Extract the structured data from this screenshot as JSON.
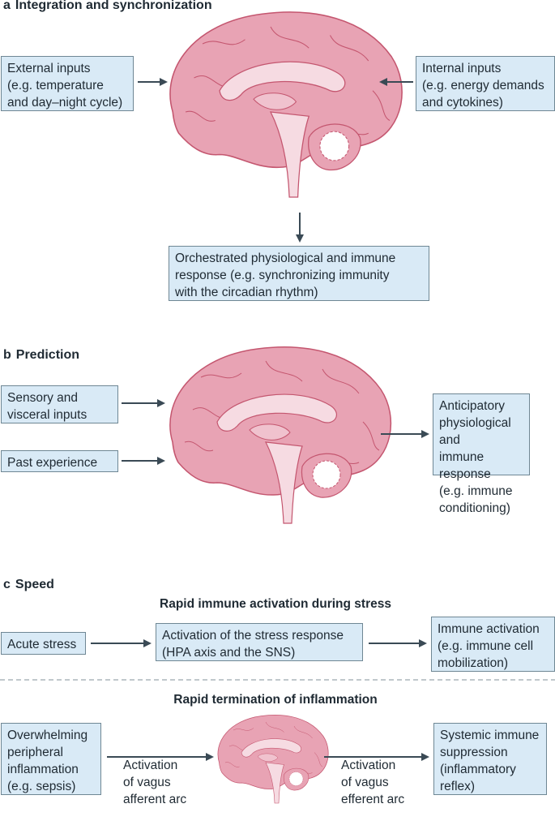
{
  "panel_a": {
    "letter": "a",
    "title": "Integration and synchronization",
    "external_inputs": "External inputs\n(e.g. temperature\nand day–night cycle)",
    "internal_inputs": "Internal inputs\n(e.g. energy demands\nand cytokines)",
    "output": "Orchestrated physiological and immune\nresponse (e.g. synchronizing immunity\nwith the circadian rhythm)"
  },
  "panel_b": {
    "letter": "b",
    "title": "Prediction",
    "sensory_inputs": "Sensory and\nvisceral inputs",
    "past_experience": "Past experience",
    "output": "Anticipatory\nphysiological and\nimmune response\n(e.g. immune\nconditioning)"
  },
  "panel_c": {
    "letter": "c",
    "title": "Speed",
    "subtitle_activation": "Rapid immune activation during stress",
    "acute_stress": "Acute stress",
    "stress_response": "Activation of the stress response\n(HPA axis and the SNS)",
    "immune_activation": "Immune activation\n(e.g. immune cell\nmobilization)",
    "subtitle_termination": "Rapid termination of inflammation",
    "peripheral_inflammation": "Overwhelming\nperipheral\ninflammation\n(e.g. sepsis)",
    "afferent_label": "Activation\nof vagus\nafferent arc",
    "efferent_label": "Activation\nof vagus\nefferent arc",
    "systemic_suppression": "Systemic immune\nsuppression\n(inflammatory\nreflex)"
  },
  "colors": {
    "box_fill": "#d9eaf6",
    "box_border": "#6f8794",
    "arrow": "#3a4a55",
    "brain_pink": "#e8a3b4",
    "brain_outline": "#c4566f",
    "brain_light": "#f6dbe2"
  }
}
